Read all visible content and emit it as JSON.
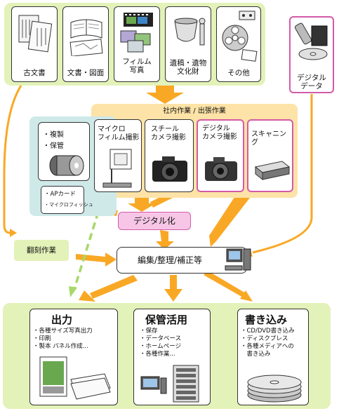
{
  "sources": [
    {
      "label": "古文書",
      "icon": "old-documents-icon"
    },
    {
      "label": "文書・図面",
      "icon": "documents-drawings-icon"
    },
    {
      "label": "フィルム\n写真",
      "icon": "film-photo-icon"
    },
    {
      "label": "遺稿・遺物\n文化財",
      "icon": "relics-pottery-icon"
    },
    {
      "label": "その他",
      "icon": "film-reel-icon"
    }
  ],
  "digital_data": {
    "label": "デジタル\nデータ",
    "icon": "usb-disc-icon"
  },
  "work_header": "社内作業 / 出張作業",
  "methods": [
    {
      "label": "マイクロ\nフィルム撮影",
      "icon": "microfilm-camera-icon"
    },
    {
      "label": "スチール\nカメラ撮影",
      "icon": "still-camera-icon"
    },
    {
      "label": "デジタル\nカメラ撮影",
      "icon": "digital-camera-icon"
    },
    {
      "label": "スキャニング",
      "icon": "scanner-icon"
    }
  ],
  "preserve": {
    "lines": [
      "・複製",
      "・保管"
    ],
    "icon": "film-reel-icon"
  },
  "ap_card": {
    "lines": [
      "・APカード",
      "・マイクロフィッシュ"
    ]
  },
  "digitize": "デジタル化",
  "reprint": "翻刻作業",
  "edit": "編集/整理/補正等",
  "outputs": [
    {
      "title": "出力",
      "items": [
        "・各種サイズ写真出力",
        "・印刷",
        "・製本 パネル作成..."
      ]
    },
    {
      "title": "保管活用",
      "items": [
        "・保存",
        "・データベース",
        "・ホームページ",
        "・各種作業..."
      ]
    },
    {
      "title": "書き込み",
      "items": [
        "・CD/DVD書き込み",
        "・ディスクプレス",
        "・各種メディアへの",
        "　書き込み"
      ]
    }
  ],
  "colors": {
    "green_region": "#e3f2b8",
    "orange_region": "#fde3a7",
    "teal_region": "#cfe9e9",
    "arrow_orange": "#f9a825",
    "dashed_green": "#a8d86a",
    "pink": "#f7c6e6",
    "pink_border": "#d35aa8"
  }
}
